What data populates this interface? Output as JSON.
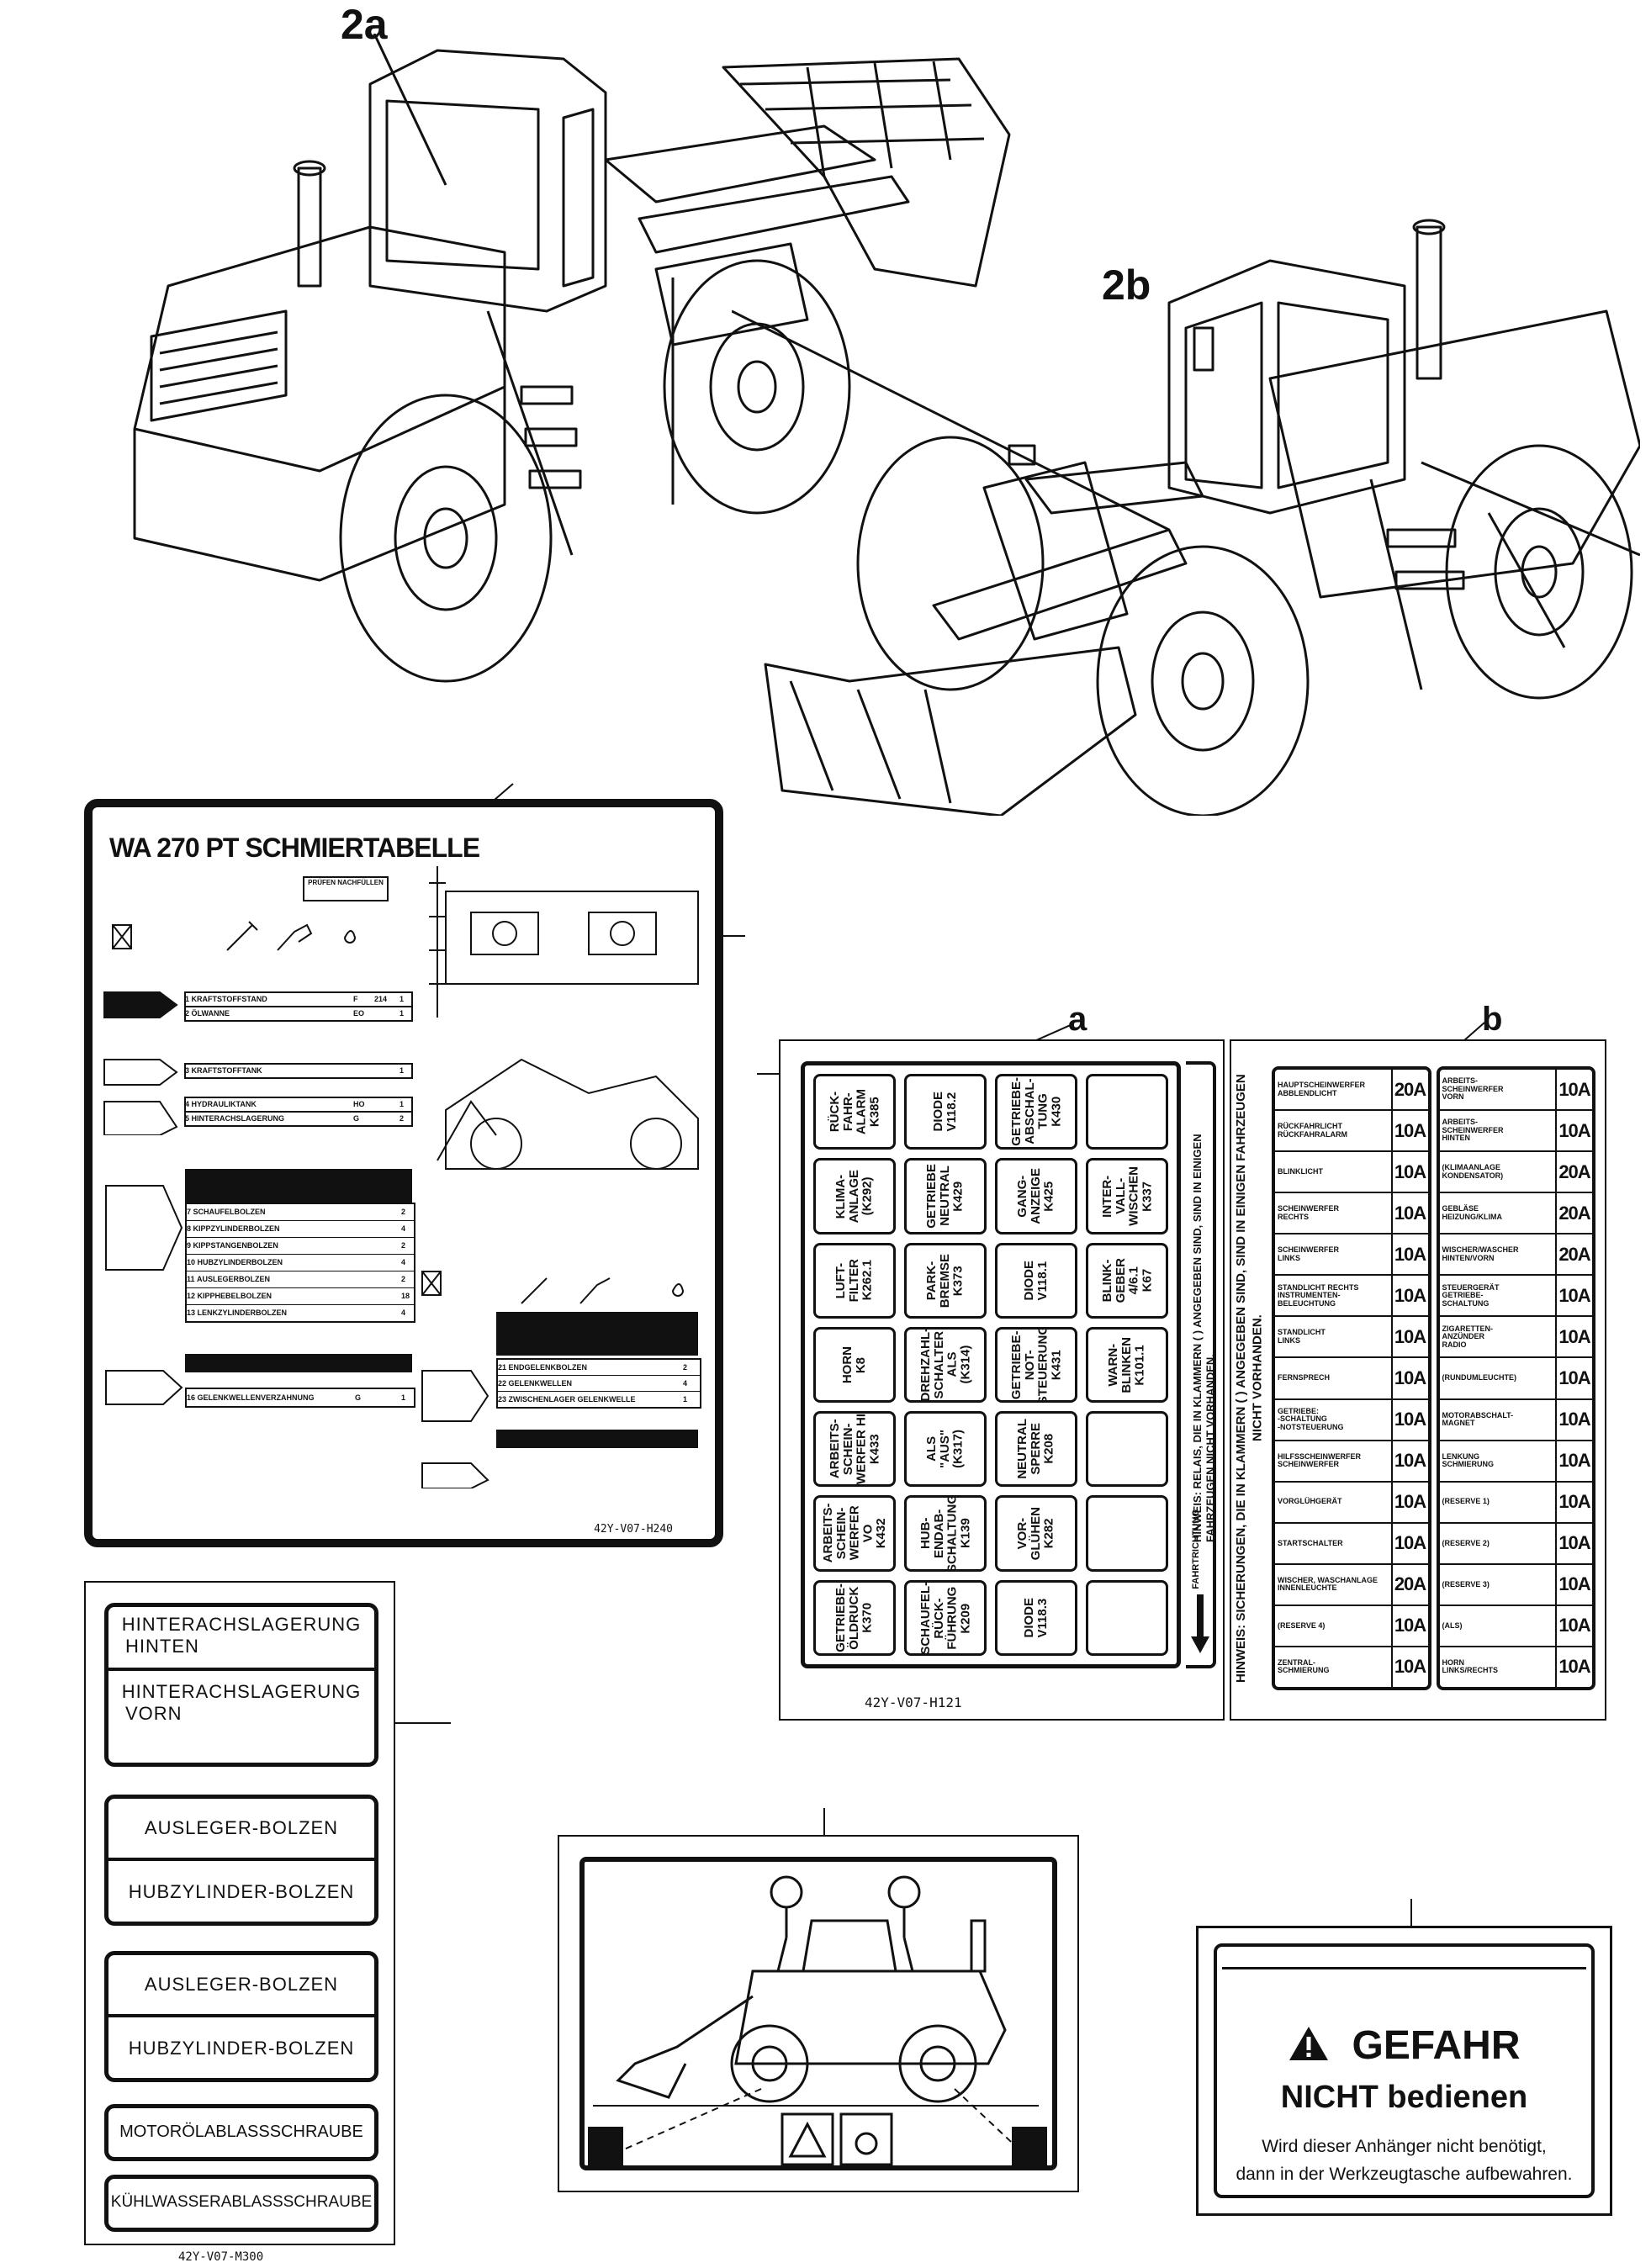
{
  "callouts": {
    "a2": "2a",
    "b2": "2b",
    "label_a": "a",
    "label_b": "b"
  },
  "lube_chart": {
    "title": "WA 270 PT SCHMIERTABELLE",
    "rows_top": [
      {
        "no": "1",
        "name": "KRAFTSTOFFSTAND",
        "q1": "F",
        "q2": "214",
        "q3": "1"
      },
      {
        "no": "2",
        "name": "ÖLWANNE",
        "q1": "EO",
        "q2": "",
        "q3": "1"
      },
      {
        "no": "3",
        "name": "KRAFTSTOFFTANK",
        "q1": "",
        "q2": "",
        "q3": "1"
      },
      {
        "no": "4",
        "name": "HYDRAULIKTANK",
        "q1": "HO",
        "q2": "",
        "q3": "1"
      },
      {
        "no": "5",
        "name": "HINTERACHSLAGERUNG",
        "q1": "G",
        "q2": "",
        "q3": "2"
      }
    ],
    "rows_mid": [
      {
        "no": "7",
        "name": "SCHAUFELBOLZEN",
        "q3": "2"
      },
      {
        "no": "8",
        "name": "KIPPZYLINDERBOLZEN",
        "q3": "4"
      },
      {
        "no": "9",
        "name": "KIPPSTANGENBOLZEN",
        "q3": "2"
      },
      {
        "no": "10",
        "name": "HUBZYLINDERBOLZEN",
        "q3": "4"
      },
      {
        "no": "11",
        "name": "AUSLEGERBOLZEN",
        "q3": "2"
      },
      {
        "no": "12",
        "name": "KIPPHEBELBOLZEN",
        "q3": "18"
      },
      {
        "no": "13",
        "name": "LENKZYLINDERBOLZEN",
        "q3": "4"
      }
    ],
    "rows_bot": [
      {
        "no": "16",
        "name": "GELENKWELLENVERZAHNUNG",
        "q1": "G",
        "q3": "1"
      }
    ],
    "rows_right": [
      {
        "no": "21",
        "name": "ENDGELENKBOLZEN",
        "q3": "2"
      },
      {
        "no": "22",
        "name": "GELENKWELLEN",
        "q3": "4"
      },
      {
        "no": "23",
        "name": "ZWISCHENLAGER GELENKWELLE",
        "q3": "1"
      }
    ],
    "pruefen": "PRÜFEN NACHFÜLLEN",
    "code": "42Y-V07-H240"
  },
  "fuse_a": {
    "cells": [
      "RÜCK-\nFAHR-\nALARM\nK385",
      "DIODE\nV118.2",
      "GETRIEBE-\nABSCHAL-\nTUNG\nK430",
      "",
      "KLIMA-\nANLAGE\n(K292)",
      "GETRIEBE\nNEUTRAL\nK429",
      "GANG-\nANZEIGE\nK425",
      "INTER-\nVALL-\nWISCHEN\nK337",
      "LUFT-\nFILTER\nK262.1",
      "PARK-\nBREMSE\nK373",
      "DIODE\nV118.1",
      "BLINK-\nGEBER\n4/6.1\nK67",
      "HORN\nK8",
      "DREHZAHL-\nSCHALTER\nALS\n(K314)",
      "GETRIEBE-\nNOT-\nSTEUERUNG\nK431",
      "WARN-\nBLINKEN\nK101.1",
      "ARBEITS-\nSCHEIN-\nWERFER HI\nK433",
      "ALS\n\"AUS\"\n(K317)",
      "NEUTRAL\nSPERRE\nK208",
      "",
      "ARBEITS-\nSCHEIN-\nWERFER VO\nK432",
      "HUB-\nENDAB-\nSCHALTUNG\nK139",
      "VOR-\nGLÜHEN\nK282",
      "",
      "GETRIEBE-\nÖLDRUCK\nK370",
      "SCHAUFEL-\nRÜCK-\nFÜHRUNG\nK209",
      "DIODE\nV118.3",
      ""
    ],
    "side_text": "FAHRTRICHTUNG",
    "hint": "HINWEIS: RELAIS, DIE IN KLAMMERN ( ) ANGEGEBEN SIND, SIND IN EINIGEN FAHRZEUGEN NICHT VORHANDEN.",
    "code": "42Y-V07-H121"
  },
  "fuse_b": {
    "hint": "HINWEIS: SICHERUNGEN, DIE IN KLAMMERN ( ) ANGEGEBEN SIND, SIND IN EINIGEN FAHRZEUGEN NICHT VORHANDEN.",
    "left": [
      {
        "label": "HAUPTSCHEINWERFER\nABBLENDLICHT",
        "amp": "20A"
      },
      {
        "label": "RÜCKFAHRLICHT\nRÜCKFAHRALARM",
        "amp": "10A"
      },
      {
        "label": "BLINKLICHT",
        "amp": "10A"
      },
      {
        "label": "SCHEINWERFER\nRECHTS",
        "amp": "10A"
      },
      {
        "label": "SCHEINWERFER\nLINKS",
        "amp": "10A"
      },
      {
        "label": "STANDLICHT RECHTS\nINSTRUMENTEN-\nBELEUCHTUNG",
        "amp": "10A"
      },
      {
        "label": "STANDLICHT\nLINKS",
        "amp": "10A"
      },
      {
        "label": "FERNSPRECH",
        "amp": "10A"
      },
      {
        "label": "GETRIEBE:\n-SCHALTUNG\n-NOTSTEUERUNG",
        "amp": "10A"
      },
      {
        "label": "HILFSSCHEINWERFER\nSCHEINWERFER",
        "amp": "10A"
      },
      {
        "label": "VORGLÜHGERÄT",
        "amp": "10A"
      },
      {
        "label": "STARTSCHALTER",
        "amp": "10A"
      },
      {
        "label": "WISCHER, WASCHANLAGE\nINNENLEUCHTE",
        "amp": "20A"
      },
      {
        "label": "(RESERVE 4)",
        "amp": "10A"
      },
      {
        "label": "ZENTRAL-\nSCHMIERUNG",
        "amp": "10A"
      }
    ],
    "right": [
      {
        "label": "ARBEITS-\nSCHEINWERFER\nVORN",
        "amp": "10A"
      },
      {
        "label": "ARBEITS-\nSCHEINWERFER\nHINTEN",
        "amp": "10A"
      },
      {
        "label": "(KLIMAANLAGE\nKONDENSATOR)",
        "amp": "20A"
      },
      {
        "label": "GEBLÄSE\nHEIZUNG/KLIMA",
        "amp": "20A"
      },
      {
        "label": "WISCHER/WASCHER\nHINTEN/VORN",
        "amp": "20A"
      },
      {
        "label": "STEUERGERÄT\nGETRIEBE-\nSCHALTUNG",
        "amp": "10A"
      },
      {
        "label": "ZIGARETTEN-\nANZÜNDER\nRADIO",
        "amp": "10A"
      },
      {
        "label": "(RUNDUMLEUCHTE)",
        "amp": "10A"
      },
      {
        "label": "MOTORABSCHALT-\nMAGNET",
        "amp": "10A"
      },
      {
        "label": "LENKUNG\nSCHMIERUNG",
        "amp": "10A"
      },
      {
        "label": "(RESERVE 1)",
        "amp": "10A"
      },
      {
        "label": "(RESERVE 2)",
        "amp": "10A"
      },
      {
        "label": "(RESERVE 3)",
        "amp": "10A"
      },
      {
        "label": "(ALS)",
        "amp": "10A"
      },
      {
        "label": "HORN\nLINKS/RECHTS",
        "amp": "10A"
      }
    ]
  },
  "label_sheet": {
    "t1a": "HINTERACHSLAGERUNG",
    "t1b": "HINTEN",
    "t2a": "HINTERACHSLAGERUNG",
    "t2b": "VORN",
    "t3": "AUSLEGER-BOLZEN",
    "t4": "HUBZYLINDER-BOLZEN",
    "t5": "AUSLEGER-BOLZEN",
    "t6": "HUBZYLINDER-BOLZEN",
    "t7": "MOTORÖLABLASSSCHRAUBE",
    "t8": "KÜHLWASSERABLASSSCHRAUBE",
    "code": "42Y-V07-M300"
  },
  "danger": {
    "head": "GEFAHR",
    "sub": "NICHT bedienen",
    "line1": "Wird dieser Anhänger nicht benötigt,",
    "line2": "dann in der Werkzeugtasche aufbewahren."
  }
}
